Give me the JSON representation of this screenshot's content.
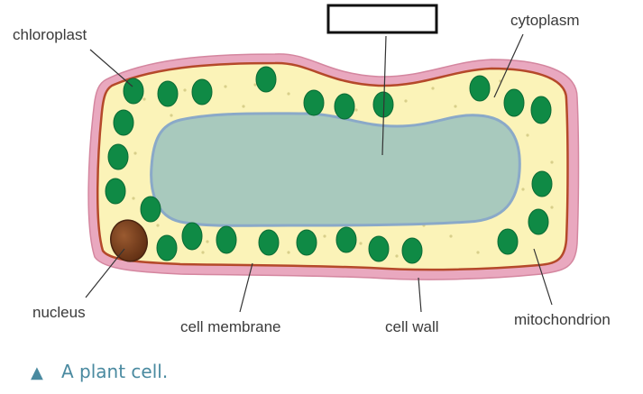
{
  "labels": {
    "chloroplast": "chloroplast",
    "cytoplasm": "cytoplasm",
    "nucleus": "nucleus",
    "cell_membrane": "cell membrane",
    "cell_wall": "cell wall",
    "mitochondrion": "mitochondrion",
    "vacuole_blank": ""
  },
  "caption": {
    "marker": "▲",
    "text": "A plant cell."
  },
  "colors": {
    "cell_wall": "#e9a8bf",
    "cell_membrane": "#b5492a",
    "cytoplasm": "#fbf3b8",
    "vacuole": "#a8c9bd",
    "vacuole_edge": "#8aa9c8",
    "chloroplast": "#0f8a45",
    "nucleus": "#7a3e1c",
    "caption_blue": "#4a8aa0"
  }
}
